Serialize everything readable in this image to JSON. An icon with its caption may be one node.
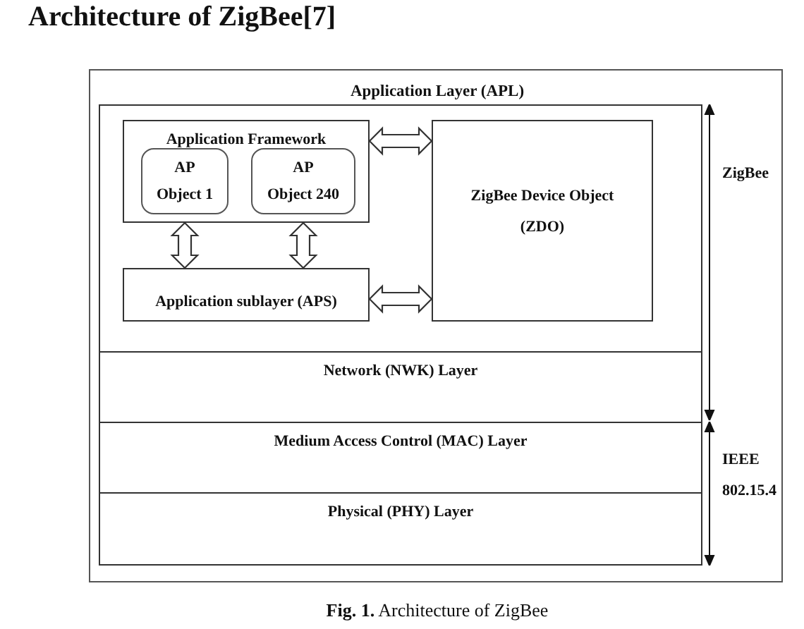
{
  "diagram": {
    "title": "Architecture of ZigBee[7]",
    "caption": "**Fig. 1.** Architecture of ZigBee",
    "nodes": [
      {
        "text": [],
        "shape": "box"
      },
      {
        "text": [
          "Application Layer (APL)"
        ],
        "in": 0
      },
      {
        "text": [
          "Application Framework"
        ],
        "in": 1
      },
      {
        "text": [
          "AP Object 1"
        ],
        "in": 2
      },
      {
        "text": [
          "AP Object 240"
        ],
        "in": 2
      },
      {
        "text": [
          "ZigBee Device Object (ZDO)"
        ],
        "in": 1
      },
      {
        "text": [
          "Application sublayer (APS)"
        ],
        "in": 1
      },
      {
        "text": [
          "Network (NWK) Layer"
        ],
        "in": 0
      },
      {
        "text": [
          "Medium Access Control (MAC) Layer"
        ],
        "in": 0
      },
      {
        "text": [
          "Physical (PHY) Layer"
        ],
        "in": 0
      }
    ],
    "edges": [
      {
        "from": 2,
        "to": 5,
        "arrow": "both"
      },
      {
        "from": 2,
        "to": 6,
        "arrow": "both"
      },
      {
        "from": 2,
        "to": 6,
        "arrow": "both"
      },
      {
        "from": 6,
        "to": 5,
        "arrow": "both"
      }
    ],
    "labels": [
      "ZigBee",
      "IEEE 802.15.4"
    ]
  }
}
